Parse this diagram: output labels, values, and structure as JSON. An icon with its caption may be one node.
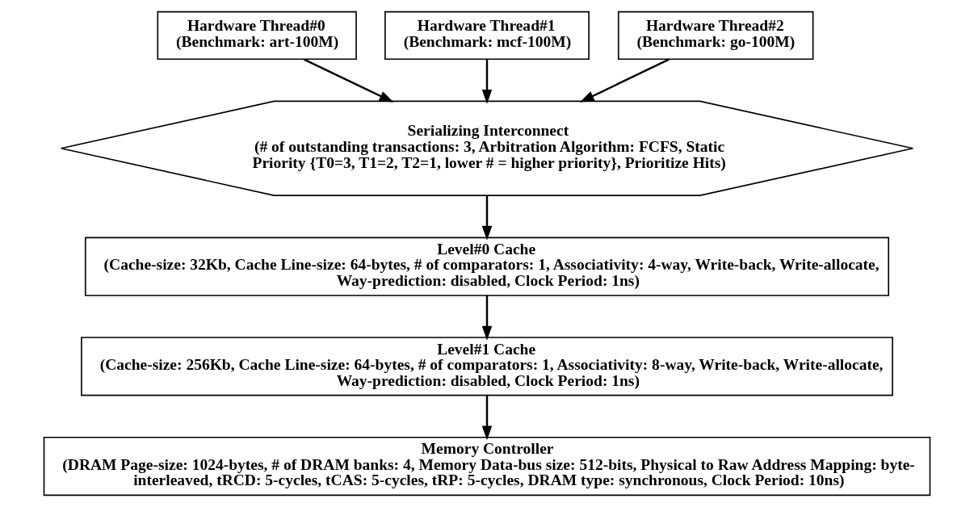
{
  "diagram": {
    "nodes": [
      {
        "text": [
          "Hardware Thread#0",
          "(Benchmark: art-100M)"
        ]
      },
      {
        "text": [
          "Hardware Thread#1",
          "(Benchmark: mcf-100M)"
        ]
      },
      {
        "text": [
          "Hardware Thread#2",
          "(Benchmark: go-100M)"
        ]
      },
      {
        "text": [
          "Serializing Interconnect",
          "(# of outstanding transactions: 3, Arbitration Algorithm: FCFS, Static Priority {T0=3, T1=2, T2=1, lower # = higher priority}, Prioritize Hits)"
        ]
      },
      {
        "text": [
          "Level#0 Cache",
          "(Cache-size: 32Kb, Cache Line-size: 64-bytes, # of comparators: 1, Associativity: 4-way, Write-back, Write-allocate, Way-prediction: disabled, Clock Period: 1ns)"
        ]
      },
      {
        "text": [
          "Level#1 Cache",
          "(Cache-size: 256Kb, Cache Line-size: 64-bytes, # of comparators: 1, Associativity: 8-way, Write-back, Write-allocate, Way-prediction: disabled, Clock Period: 1ns)"
        ]
      },
      {
        "text": [
          "Memory Controller",
          "(DRAM Page-size: 1024-bytes, # of DRAM banks: 4, Memory Data-bus size: 512-bits, Physical to Raw Address Mapping: byte-interleaved, tRCD: 5-cycles, tCAS: 5-cycles, tRP: 5-cycles, DRAM type: synchronous, Clock Period: 10ns)"
        ]
      }
    ],
    "edges": [
      {
        "from": 0,
        "to": 3,
        "arrow": "to"
      },
      {
        "from": 1,
        "to": 3,
        "arrow": "to"
      },
      {
        "from": 2,
        "to": 3,
        "arrow": "to"
      },
      {
        "from": 3,
        "to": 4,
        "arrow": "to"
      },
      {
        "from": 4,
        "to": 5,
        "arrow": "to"
      },
      {
        "from": 5,
        "to": 6,
        "arrow": "to"
      }
    ]
  }
}
